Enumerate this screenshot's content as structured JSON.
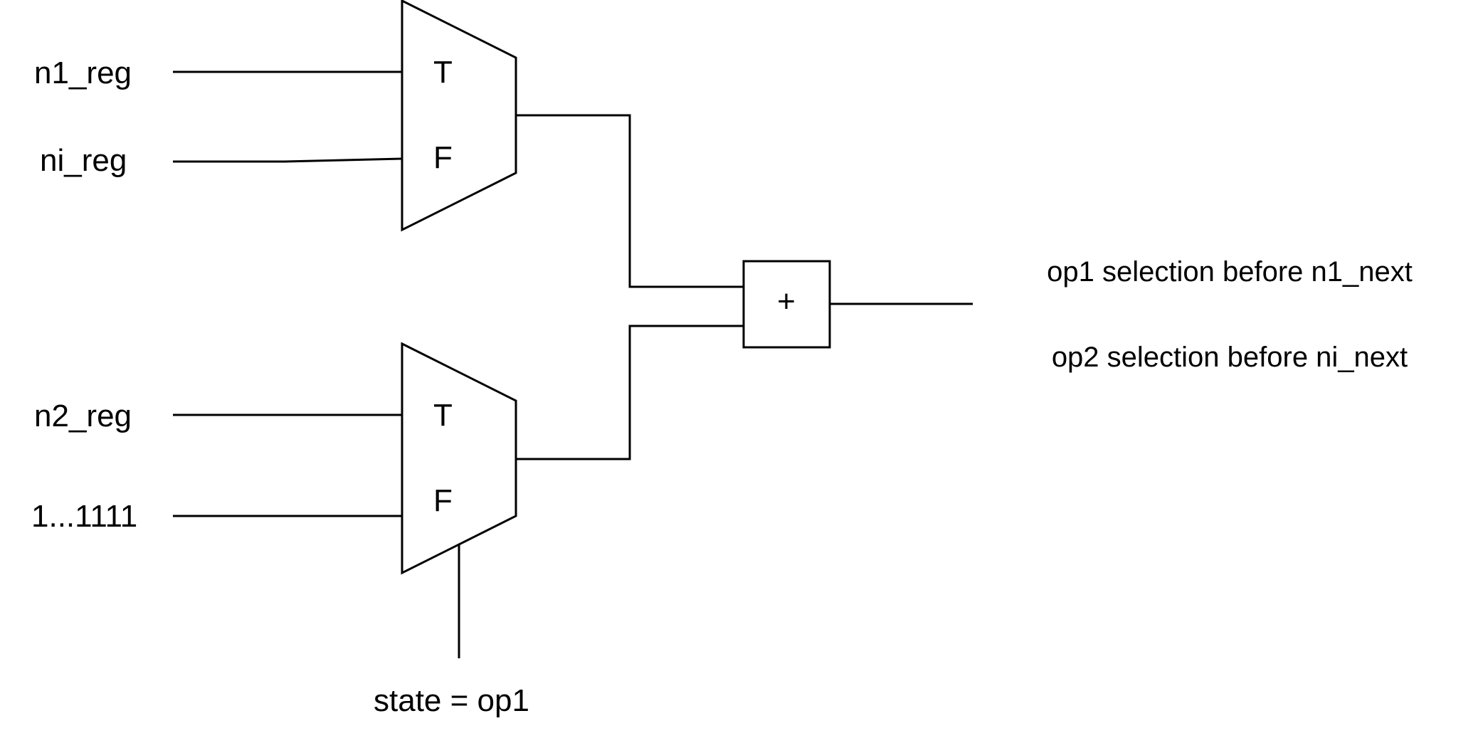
{
  "inputs": {
    "top_mux_in_true": "n1_reg",
    "top_mux_in_false": "ni_reg",
    "bottom_mux_in_true": "n2_reg",
    "bottom_mux_in_false": "1...1111"
  },
  "muxes": {
    "top": {
      "true_label": "T",
      "false_label": "F"
    },
    "bottom": {
      "true_label": "T",
      "false_label": "F"
    }
  },
  "adder": {
    "operator": "+"
  },
  "select_signal": "state = op1",
  "outputs": {
    "line1": "op1 selection before n1_next",
    "line2": "op2 selection before ni_next"
  }
}
